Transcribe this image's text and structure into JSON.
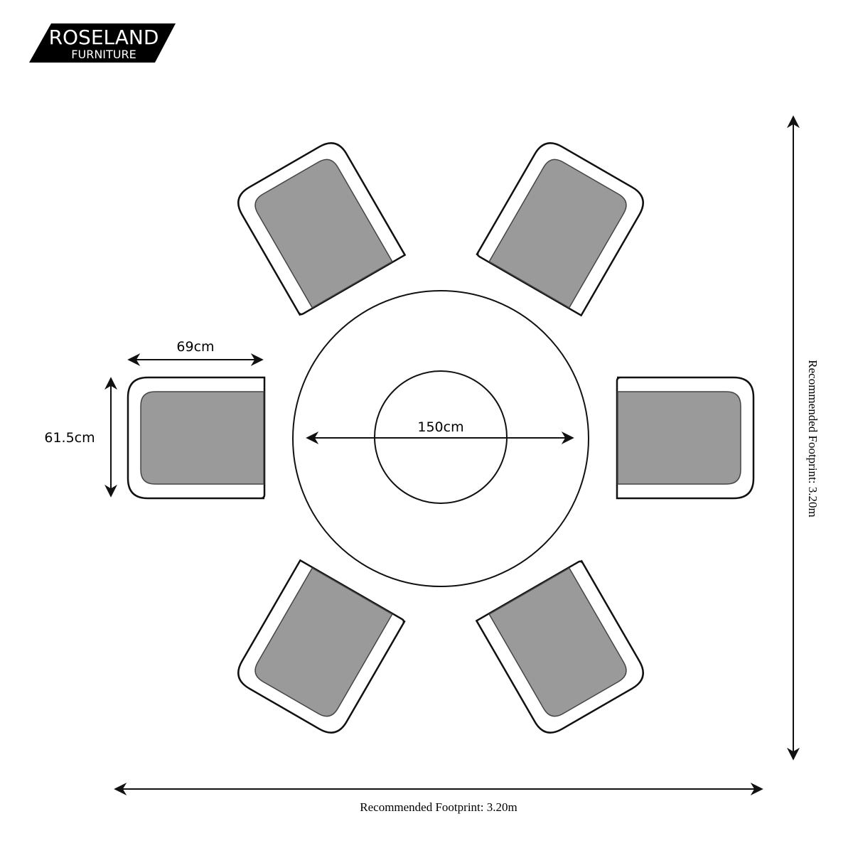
{
  "logo": {
    "brand": "ROSELAND",
    "sub": "FURNITURE"
  },
  "dimensions": {
    "chair_width": "69cm",
    "chair_depth": "61.5cm",
    "table_diameter": "150cm",
    "footprint_horizontal": "Recommended Footprint: 3.20m",
    "footprint_vertical": "Recommended Footprint: 3.20m"
  },
  "chairs": [
    {
      "label": "chair-right",
      "angle": 0
    },
    {
      "label": "chair-bottom-right",
      "angle": 60
    },
    {
      "label": "chair-bottom-left",
      "angle": 120
    },
    {
      "label": "chair-left",
      "angle": 180
    },
    {
      "label": "chair-top-left",
      "angle": 240
    },
    {
      "label": "chair-top-right",
      "angle": 300
    }
  ],
  "colors": {
    "cushion": "#9a9a9a",
    "line": "#111111"
  }
}
